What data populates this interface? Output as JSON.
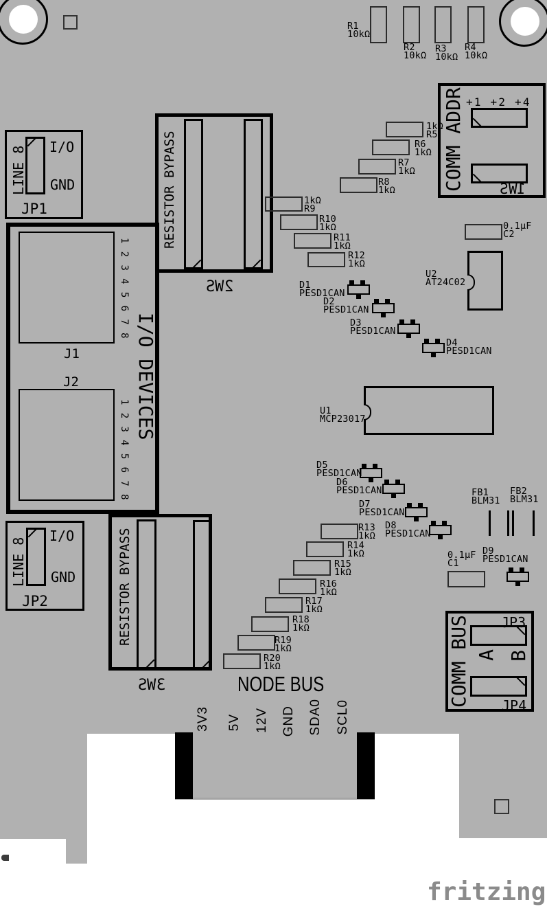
{
  "board": {
    "color": "#b1b1b1",
    "silkscreen_color": "#000000",
    "logo_color": "#8b8b8b"
  },
  "logo": "fritzing",
  "silkscreen": {
    "jp1": {
      "line": "LINE 8",
      "io": "I/O",
      "gnd": "GND",
      "name": "JP1"
    },
    "jp2": {
      "line": "LINE 8",
      "io": "I/O",
      "gnd": "GND",
      "name": "JP2"
    },
    "comm_addr": {
      "title": "COMM ADDR",
      "options": "+1 +2 +4",
      "switch": "SW1"
    },
    "sw2": {
      "title": "RESISTOR BYPASS",
      "name": "SW2"
    },
    "sw3": {
      "title": "RESISTOR BYPASS",
      "name": "SW3"
    },
    "io_devices": {
      "title": "I/O DEVICES",
      "j1": "J1",
      "j2": "J2",
      "pins": "12345678"
    },
    "comm_bus": {
      "title": "COMM BUS",
      "jp3": "JP3",
      "jp4": "JP4",
      "a": "A",
      "b": "B"
    },
    "node_bus": {
      "title": "NODE BUS",
      "pins": [
        "3V3",
        "5V",
        "12V",
        "GND",
        "SDA0",
        "SCL0"
      ]
    }
  },
  "components": {
    "resistors": [
      {
        "name": "R1",
        "value": "10kΩ"
      },
      {
        "name": "R2",
        "value": "10kΩ"
      },
      {
        "name": "R3",
        "value": "10kΩ"
      },
      {
        "name": "R4",
        "value": "10kΩ"
      },
      {
        "name": "R5",
        "value": "1kΩ"
      },
      {
        "name": "R6",
        "value": "1kΩ"
      },
      {
        "name": "R7",
        "value": "1kΩ"
      },
      {
        "name": "R8",
        "value": "1kΩ"
      },
      {
        "name": "R9",
        "value": "1kΩ"
      },
      {
        "name": "R10",
        "value": "1kΩ"
      },
      {
        "name": "R11",
        "value": "1kΩ"
      },
      {
        "name": "R12",
        "value": "1kΩ"
      },
      {
        "name": "R13",
        "value": "1kΩ"
      },
      {
        "name": "R14",
        "value": "1kΩ"
      },
      {
        "name": "R15",
        "value": "1kΩ"
      },
      {
        "name": "R16",
        "value": "1kΩ"
      },
      {
        "name": "R17",
        "value": "1kΩ"
      },
      {
        "name": "R18",
        "value": "1kΩ"
      },
      {
        "name": "R19",
        "value": "1kΩ"
      },
      {
        "name": "R20",
        "value": "1kΩ"
      }
    ],
    "diodes": [
      {
        "name": "D1",
        "part": "PESD1CAN"
      },
      {
        "name": "D2",
        "part": "PESD1CAN"
      },
      {
        "name": "D3",
        "part": "PESD1CAN"
      },
      {
        "name": "D4",
        "part": "PESD1CAN"
      },
      {
        "name": "D5",
        "part": "PESD1CAN"
      },
      {
        "name": "D6",
        "part": "PESD1CAN"
      },
      {
        "name": "D7",
        "part": "PESD1CAN"
      },
      {
        "name": "D8",
        "part": "PESD1CAN"
      },
      {
        "name": "D9",
        "part": "PESD1CAN"
      }
    ],
    "capacitors": [
      {
        "name": "C1",
        "value": "0.1µF"
      },
      {
        "name": "C2",
        "value": "0.1µF"
      }
    ],
    "ics": [
      {
        "name": "U1",
        "part": "MCP23017"
      },
      {
        "name": "U2",
        "part": "AT24C02"
      }
    ],
    "ferrite_beads": [
      {
        "name": "FB1",
        "part": "BLM31"
      },
      {
        "name": "FB2",
        "part": "BLM31"
      }
    ]
  }
}
